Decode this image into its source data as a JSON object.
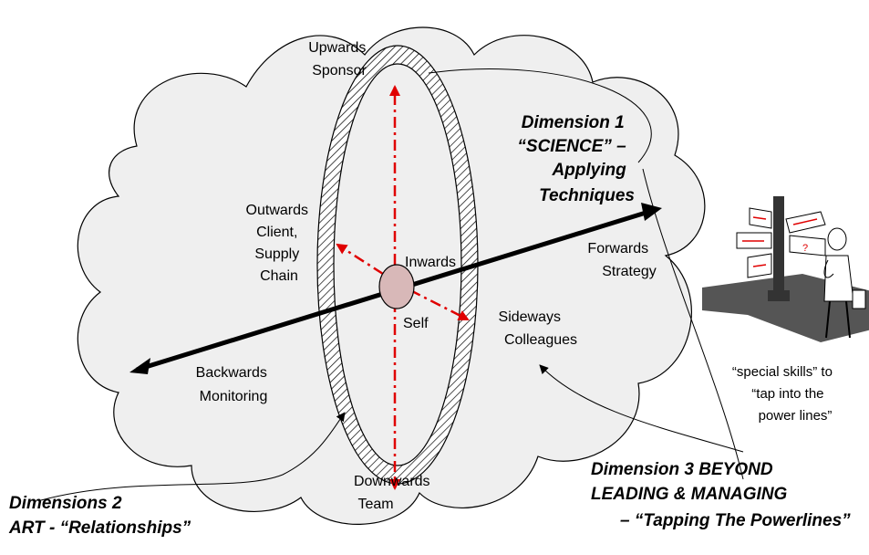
{
  "colors": {
    "cloud_fill": "#efefef",
    "cloud_stroke": "#000000",
    "red_dash": "#e00000",
    "self_fill": "#d8b8b8",
    "shadow": "#555555"
  },
  "labels": {
    "upwards": [
      "Upwards",
      "Sponsor"
    ],
    "outwards": [
      "Outwards",
      "Client,",
      "Supply",
      "Chain"
    ],
    "inwards": "Inwards",
    "self": "Self",
    "forwards": [
      "Forwards",
      "Strategy"
    ],
    "sideways": [
      "Sideways",
      "Colleagues"
    ],
    "backwards": [
      "Backwards",
      "Monitoring"
    ],
    "downwards": [
      "Downwards",
      "Team"
    ]
  },
  "dimensions": {
    "dim1": [
      "Dimension 1",
      "“SCIENCE” –",
      "Applying",
      "Techniques"
    ],
    "dim2": [
      "Dimensions 2",
      "ART - “Relationships”"
    ],
    "dim3": [
      "Dimension 3 BEYOND",
      "LEADING & MANAGING",
      "– “Tapping The Powerlines”"
    ]
  },
  "special": [
    "“special skills” to",
    "“tap into the",
    "power lines”"
  ],
  "icons": {
    "signpost": "signpost-person-icon"
  }
}
